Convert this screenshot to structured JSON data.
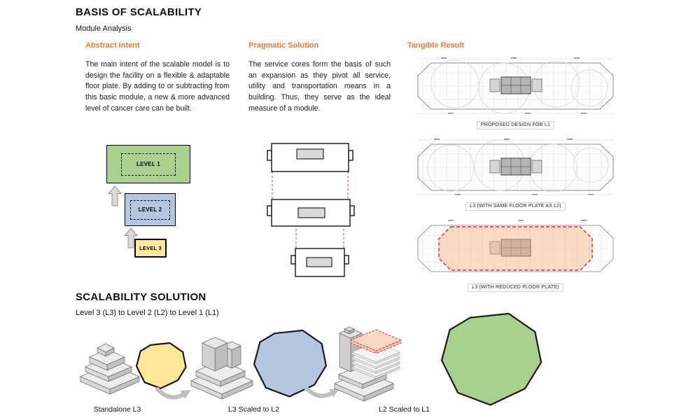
{
  "page": {
    "title": "BASIS OF SCALABILITY",
    "subtitle": "Module Analysis"
  },
  "abstract": {
    "heading": "Abstract Intent",
    "body": "The main intent of the scalable model is to design the facility on a flexible & adaptable floor plate. By adding to or subtracting from this basic module, a new & more advanced level of cancer care can be built."
  },
  "pragmatic": {
    "heading": "Pragmatic Solution",
    "body": "The service cores form the basis of such an expansion as they pivot all service, utility and transportation means in a building. Thus, they serve as the ideal measure of a module."
  },
  "tangible": {
    "heading": "Tangible Result",
    "plan1_caption": "PROPOSED DESIGN FOR L1",
    "plan2_caption": "L3  (WITH SAME FLOOR PLATE AS L2)",
    "plan3_caption": "L3  (WITH REDUCED FLOOR PLATE)"
  },
  "levels": {
    "level1": "LEVEL 1",
    "level2": "LEVEL 2",
    "level3": "LEVEL 3"
  },
  "solution": {
    "title": "SCALABILITY SOLUTION",
    "subtitle": "Level 3 (L3) to Level 2 (L2) to Level 1 (L1)",
    "caption1": "Standalone L3",
    "caption2": "L3 Scaled to L2",
    "caption3": "L2 Scaled to L1"
  },
  "colors": {
    "accent_orange": "#ED7D31",
    "level1_green": "#A9D18E",
    "level2_blue": "#B4C7E0",
    "level3_yellow": "#FFE699",
    "highlight_pink": "#F8CBAD",
    "highlight_red": "#FF1F1F",
    "arrow_gray": "#BFBFBF"
  }
}
